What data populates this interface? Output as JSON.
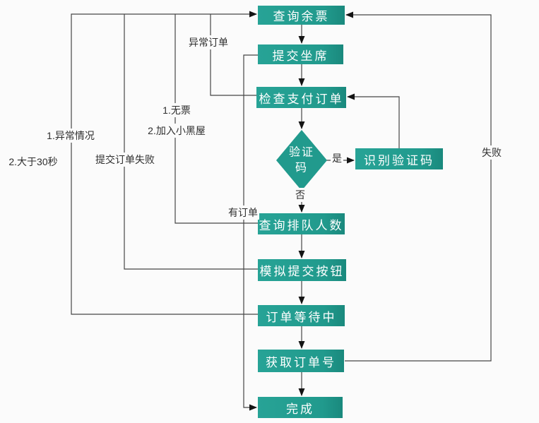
{
  "diagram": {
    "type": "flowchart",
    "background_color": "#fbfbfb",
    "node_fill_color": "#219a8d",
    "node_text_color": "#ffffff",
    "connector_color": "#454545",
    "edge_label_color": "#2e2e2e",
    "nodes": {
      "query_tickets": "查询余票",
      "submit_seat": "提交坐席",
      "check_payment_order": "检查支付订单",
      "captcha_decision": "验证码",
      "recognize_captcha": "识别验证码",
      "query_queue_count": "查询排队人数",
      "simulate_submit_button": "模拟提交按钮",
      "order_waiting": "订单等待中",
      "get_order_number": "获取订单号",
      "done": "完成"
    },
    "edge_labels": {
      "abnormal_order": "异常订单",
      "no_ticket": "1.无票",
      "join_blacklist": "2.加入小黑屋",
      "abnormal_situation": "1.异常情况",
      "over_30_seconds": "2.大于30秒",
      "submit_order_failed": "提交订单失败",
      "has_order": "有订单",
      "yes": "是",
      "no": "否",
      "failed": "失败"
    }
  }
}
